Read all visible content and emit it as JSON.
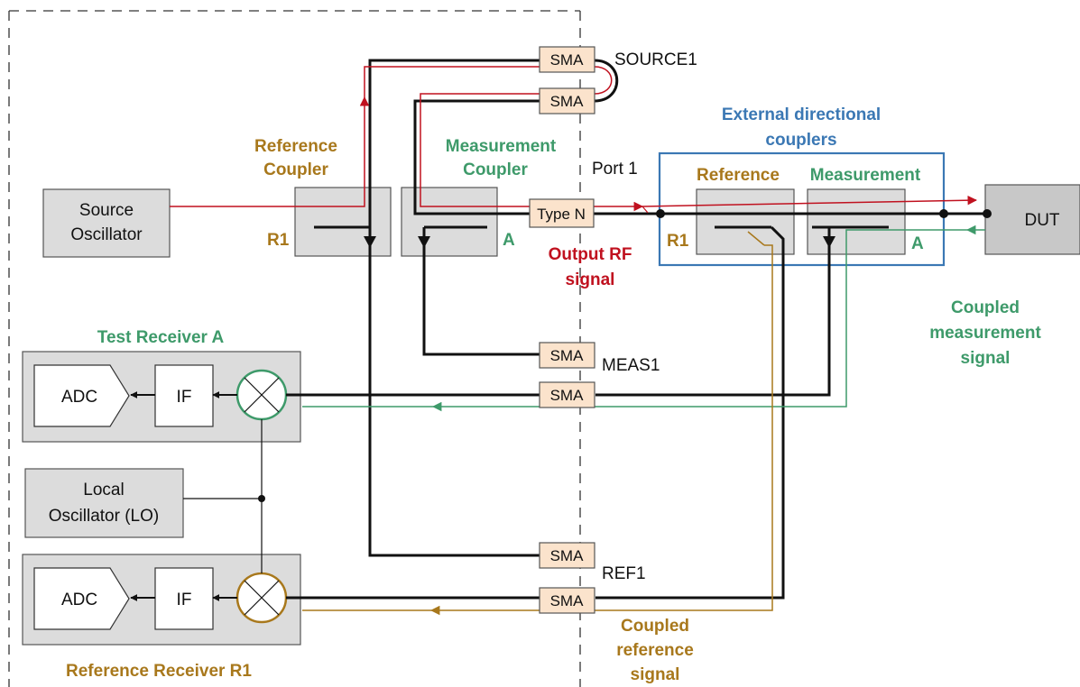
{
  "colors": {
    "red_signal": "#c0111f",
    "green_signal": "#3e9a6a",
    "gold_signal": "#a8781c",
    "blue_box": "#3b78b4",
    "gray_block": "#dcdcdc",
    "connector_fill": "#fbe3cc",
    "black_line": "#111111"
  },
  "blocks": {
    "source_oscillator": [
      "Source",
      "Oscillator"
    ],
    "local_oscillator": [
      "Local",
      "Oscillator (LO)"
    ],
    "dut": "DUT",
    "adc": "ADC",
    "if": "IF"
  },
  "couplers": {
    "reference_title": [
      "Reference",
      "Coupler"
    ],
    "measurement_title": [
      "Measurement",
      "Coupler"
    ],
    "r1": "R1",
    "a": "A"
  },
  "external": {
    "title": [
      "External directional",
      "couplers"
    ],
    "reference": "Reference",
    "measurement": "Measurement",
    "r1": "R1",
    "a": "A"
  },
  "ports": {
    "sma": "SMA",
    "type_n": "Type N",
    "source1": "SOURCE1",
    "meas1": "MEAS1",
    "ref1": "REF1",
    "port1": "Port 1"
  },
  "receivers": {
    "test": "Test Receiver A",
    "reference": "Reference Receiver R1"
  },
  "signals": {
    "output_rf": [
      "Output RF",
      "signal"
    ],
    "coupled_measurement": [
      "Coupled",
      "measurement",
      "signal"
    ],
    "coupled_reference": [
      "Coupled",
      "reference",
      "signal"
    ]
  }
}
